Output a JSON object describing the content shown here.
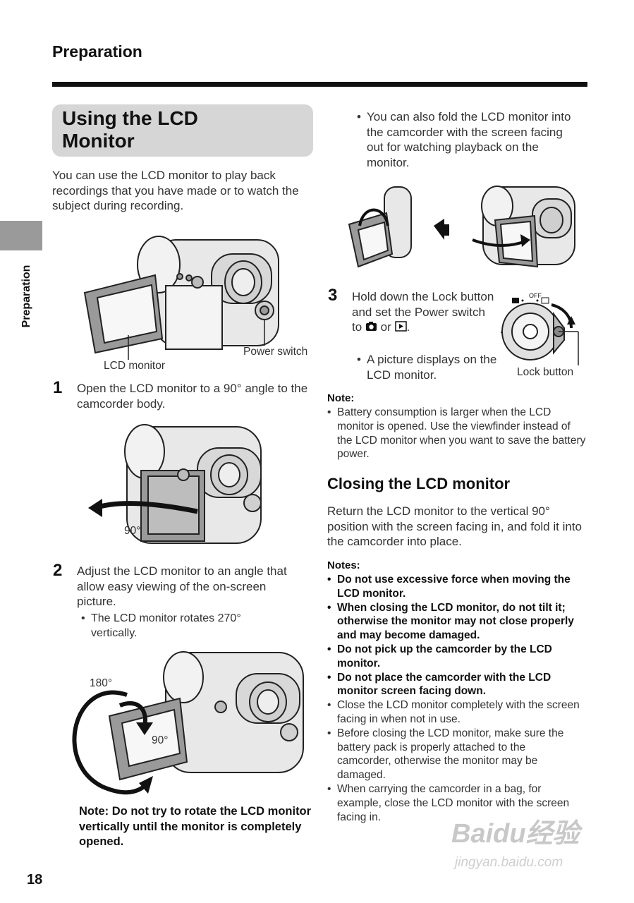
{
  "header": {
    "section": "Preparation"
  },
  "side_label": "Preparation",
  "title": "Using the LCD Monitor",
  "intro": "You can use the LCD monitor to play back recordings that you have made or to watch the subject during recording.",
  "fig1": {
    "lcd_label": "LCD monitor",
    "power_label": "Power switch"
  },
  "step1": {
    "num": "1",
    "text": "Open the LCD monitor to a 90° angle to the camcorder body."
  },
  "fig2": {
    "angle": "90°"
  },
  "step2": {
    "num": "2",
    "text": "Adjust the LCD monitor to an angle that allow easy viewing of the on-screen picture.",
    "bullet": "The LCD monitor rotates 270° vertically."
  },
  "fig3": {
    "angle_top": "180°",
    "angle_mid": "90°"
  },
  "rotate_note": "Note: Do not try to rotate the LCD monitor vertically until the monitor is completely opened.",
  "right_bullet": "You can also fold the LCD monitor into the camcorder with the screen facing out for watching playback on the monitor.",
  "step3": {
    "num": "3",
    "text_a": "Hold down the Lock button and set the Power switch to",
    "text_or": "or",
    "text_end": ".",
    "bullet": "A picture displays on the LCD monitor.",
    "lock_label": "Lock button",
    "off_label": "OFF"
  },
  "note1": {
    "head": "Note:",
    "text": "Battery consumption is larger when the LCD monitor is opened. Use the viewfinder instead of the LCD monitor when you want to save the battery power."
  },
  "closing": {
    "title": "Closing the LCD monitor",
    "text": "Return the LCD monitor to the vertical 90° position with the screen facing in, and fold it into the camcorder into place."
  },
  "notes2": {
    "head": "Notes:",
    "bold_items": [
      "Do not use excessive force when moving the LCD monitor.",
      "When closing the LCD monitor, do not tilt it; otherwise the monitor may not close properly and may become damaged.",
      "Do not pick up the camcorder by the LCD monitor.",
      "Do not place the camcorder with the LCD monitor screen facing down."
    ],
    "items": [
      "Close the LCD monitor completely with the screen facing in when not in use.",
      "Before closing the LCD monitor, make sure the battery pack is properly attached to the camcorder, otherwise the monitor may be damaged.",
      "When carrying the camcorder in a bag, for example, close the LCD monitor with the screen facing in."
    ]
  },
  "page_number": "18",
  "watermark": {
    "brand": "Baidu经验",
    "url": "jingyan.baidu.com"
  }
}
